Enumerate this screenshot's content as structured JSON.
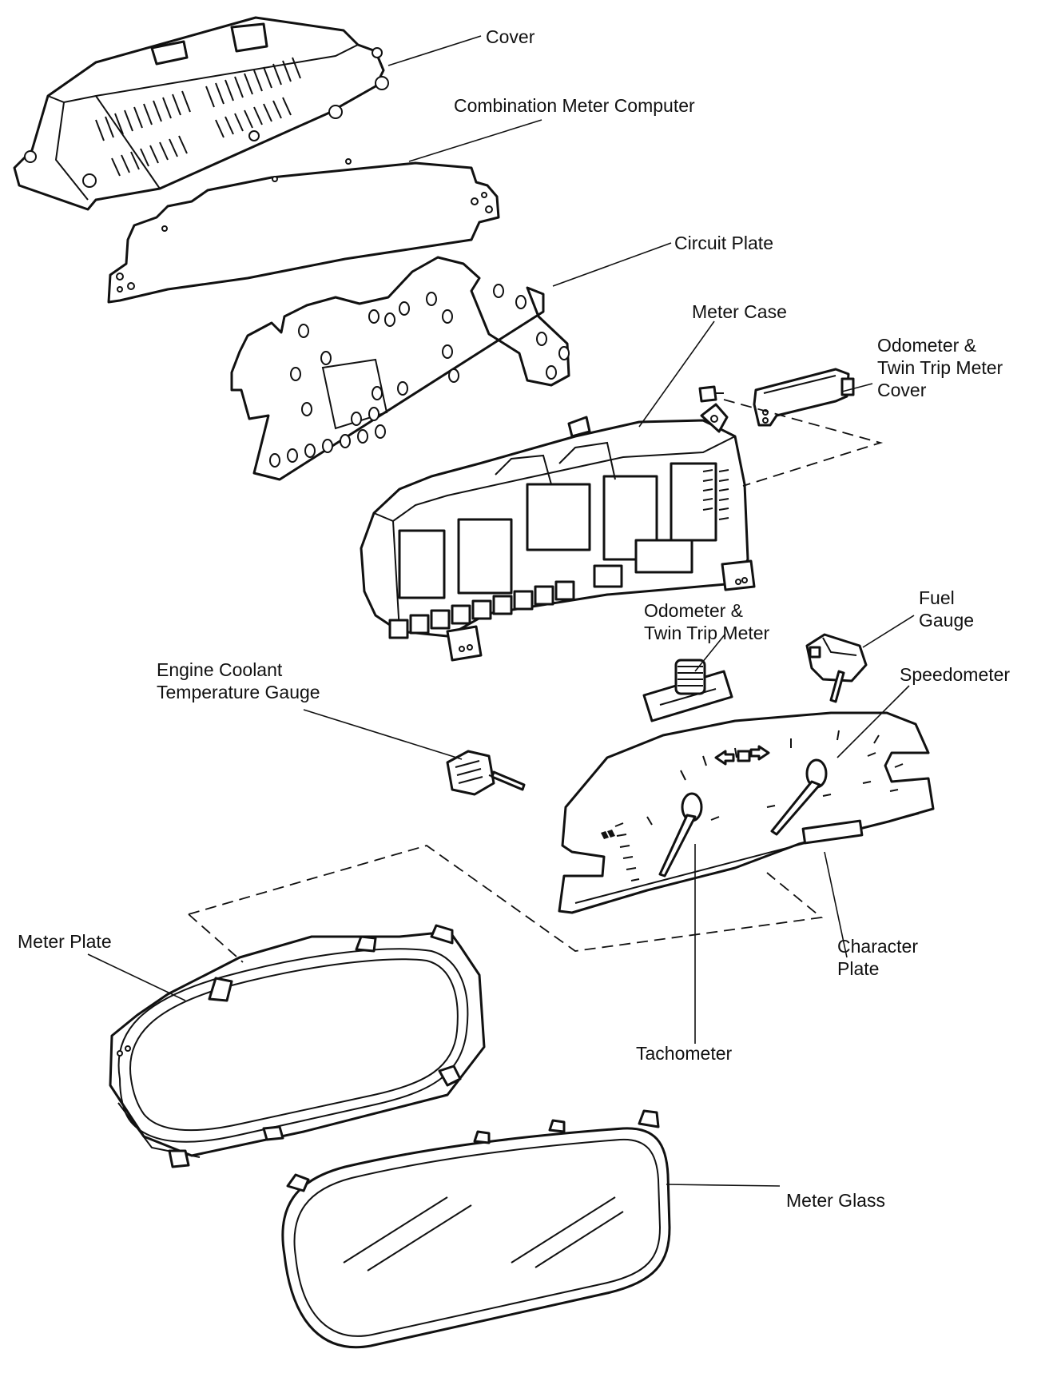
{
  "diagram": {
    "labels": {
      "cover": "Cover",
      "combination_meter_computer": "Combination Meter Computer",
      "circuit_plate": "Circuit Plate",
      "meter_case": "Meter Case",
      "odo_cover_1": "Odometer &",
      "odo_cover_2": "Twin Trip Meter",
      "odo_cover_3": "Cover",
      "odo_1": "Odometer &",
      "odo_2": "Twin Trip Meter",
      "fuel_1": "Fuel",
      "fuel_2": "Gauge",
      "speedometer": "Speedometer",
      "coolant_1": "Engine Coolant",
      "coolant_2": "Temperature Gauge",
      "meter_plate": "Meter Plate",
      "character_1": "Character",
      "character_2": "Plate",
      "tachometer": "Tachometer",
      "meter_glass": "Meter Glass"
    },
    "colors": {
      "ink": "#111111",
      "paper": "#ffffff"
    }
  }
}
